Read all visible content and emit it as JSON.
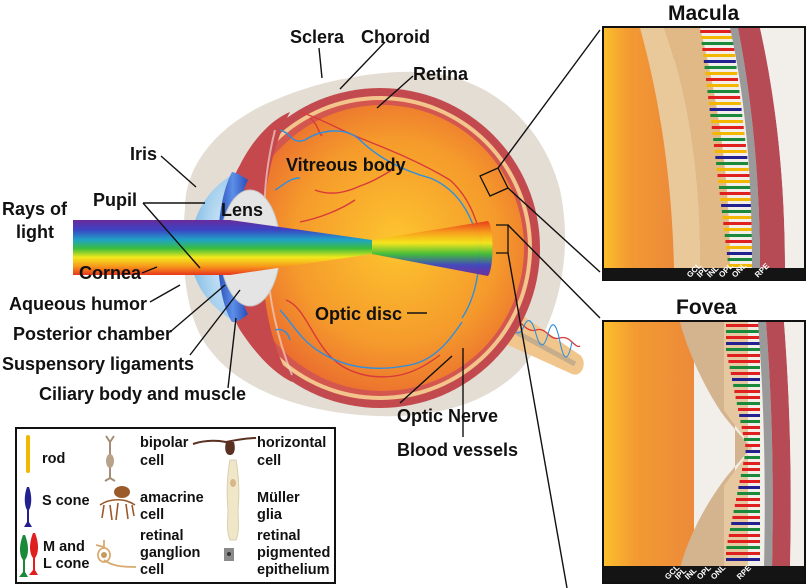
{
  "colors": {
    "sclera": "#e3ddd4",
    "choroid": "#c24a4f",
    "retina": "#f3c58c",
    "vitreous_center": "#fcc02c",
    "vitreous_edge": "#ee7a33",
    "cornea": "#a9d4ef",
    "iris": "#3c6fd1",
    "lens": "#e4e4e4",
    "ciliary": "#b8464a",
    "vessel_red": "#d83a3a",
    "vessel_blue": "#2e8fe0",
    "rod": "#f4b700",
    "s_cone": "#23218f",
    "m_cone": "#1a8a3a",
    "l_cone": "#e01f1f",
    "inset_footer": "#141414"
  },
  "eye_labels": {
    "sclera": "Sclera",
    "choroid": "Choroid",
    "retina": "Retina",
    "iris": "Iris",
    "vitreous_body": "Vitreous body",
    "pupil": "Pupil",
    "rays_of_light_1": "Rays of",
    "rays_of_light_2": "light",
    "lens": "Lens",
    "cornea": "Cornea",
    "aqueous_humor": "Aqueous humor",
    "posterior_chamber": "Posterior chamber",
    "suspensory_ligaments": "Suspensory ligaments",
    "ciliary_body": "Ciliary body and muscle",
    "optic_disc": "Optic disc",
    "optic_nerve": "Optic Nerve",
    "blood_vessels": "Blood vessels"
  },
  "insets": [
    {
      "title": "Macula",
      "layers": [
        "GCL",
        "IPL",
        "INL",
        "OPL",
        "ONL",
        "RPE"
      ]
    },
    {
      "title": "Fovea",
      "layers": [
        "GCL",
        "IPL",
        "INL",
        "OPL",
        "ONL",
        "RPE"
      ]
    }
  ],
  "legend": {
    "items": [
      {
        "lines": [
          "rod"
        ]
      },
      {
        "lines": [
          "S cone"
        ]
      },
      {
        "lines": [
          "M and",
          "L cone"
        ]
      },
      {
        "lines": [
          "bipolar",
          "cell"
        ]
      },
      {
        "lines": [
          "amacrine",
          "cell"
        ]
      },
      {
        "lines": [
          "retinal",
          "ganglion",
          "cell"
        ]
      },
      {
        "lines": [
          "horizontal",
          "cell"
        ]
      },
      {
        "lines": [
          "Müller",
          "glia"
        ]
      },
      {
        "lines": [
          "retinal",
          "pigmented",
          "epithelium"
        ]
      }
    ]
  }
}
